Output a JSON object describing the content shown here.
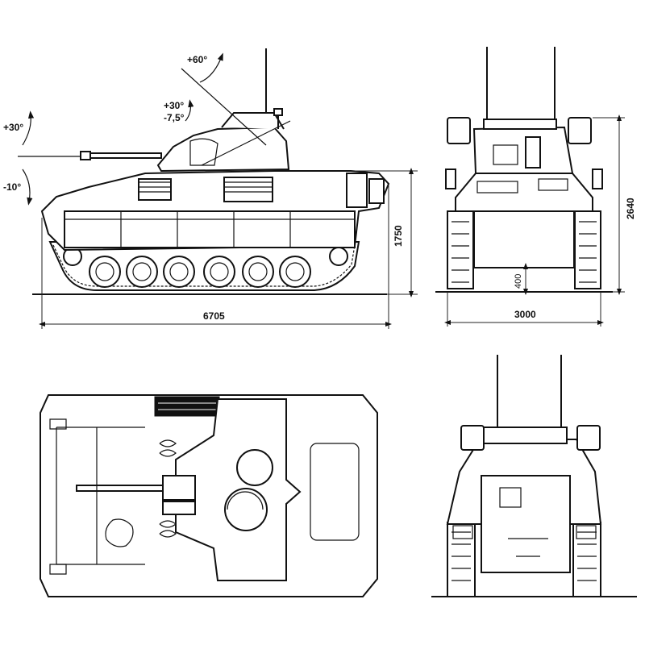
{
  "side_view": {
    "angles": {
      "high_elev": "+60°",
      "gun_elev": "+30°",
      "gun_dep": "-7,5°",
      "left_elev": "+30°",
      "left_dep": "-10°"
    },
    "dimensions": {
      "length": "6705",
      "height": "1750"
    }
  },
  "front_view": {
    "dimensions": {
      "width": "3000",
      "height": "2640",
      "clearance": "400"
    }
  }
}
